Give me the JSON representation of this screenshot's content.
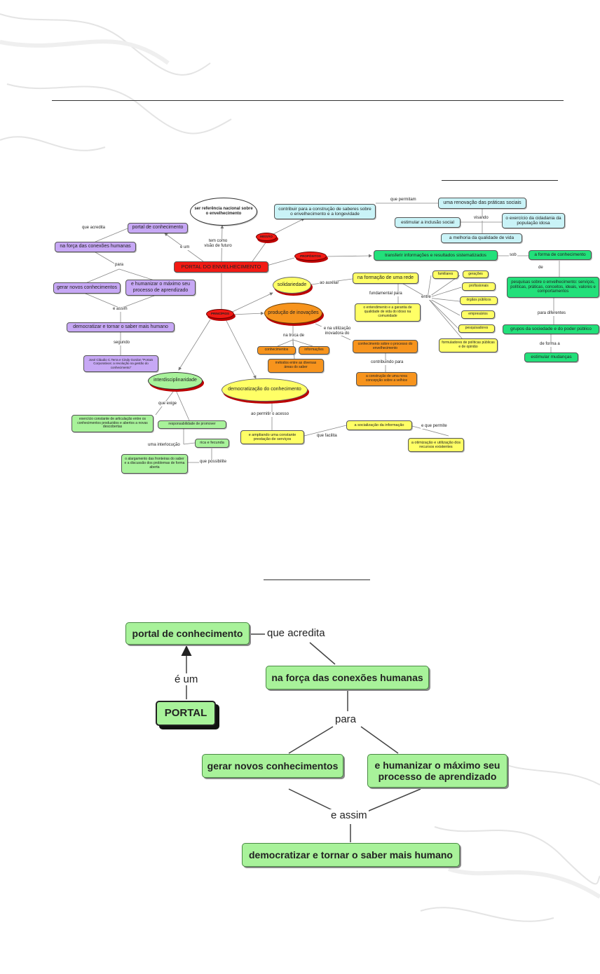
{
  "colors": {
    "red": "#f21a14",
    "purple": "#c7a8f5",
    "cyan": "#c9f3f7",
    "green": "#22e07a",
    "lightgreen": "#a8f29a",
    "yellow": "#ffff66",
    "orange": "#f7941d",
    "big_green": "#a8f29a"
  },
  "map1": {
    "nodes": {
      "referencia": "ser referência nacional sobre o envelhecimento",
      "portal_conhecimento": "portal de conhecimento",
      "forca": "na força das conexões humanas",
      "gerar": "gerar novos conhecimentos",
      "humanizar": "e humanizar o máximo seu processo de aprendizado",
      "democratizar": "democratizar e tornar o saber mais humano",
      "jose": "José Cláudio C.Terra e Cindy Gordon \"Portais Corporativos: a revolução na gestão do conhecimento\"",
      "portal": "PORTAL DO ENVELHECIMENTO",
      "missao": "MISSÃO",
      "propositos": "PROPÓSITOS",
      "principios": "PRINCÍPIOS",
      "contribuir": "contribuir para a construção de saberes sobre o envelhecimento e a longevidade",
      "renovacao": "uma renovação das práticas sociais",
      "inclusao": "estimular a inclusão social",
      "cidadania": "o exercício da cidadania da população idosa",
      "melhoria": "a melhoria da qualidade de vida",
      "transferir": "transferir informações e resultados sistematizados",
      "forma": "a forma de conhecimento",
      "pesquisas": "pesquisas sobre o envelhecimento: serviços, políticas, práticas, conceitos, ideais, valores e comportamentos",
      "grupos": "grupos da sociedade e do poder público",
      "estimular_mudancas": "estimular mudanças",
      "solidariedade": "solidariedade",
      "formacao_rede": "na formação de uma rede",
      "entendimento": "o entendimento e a garantia de qualidade de vida do idoso na comunidade",
      "familiares": "familiares",
      "geracoes": "gerações",
      "profissionais": "profissionais",
      "orgaos": "órgãos públicos",
      "empresarios": "empresários",
      "pesquisadores": "pesquisadores",
      "formuladores": "formuladores de políticas públicas e de opinião",
      "producao": "produção de inovações",
      "conhecimentos": "conhecimentos",
      "informacoes": "informações",
      "metodos": "métodos entre as diversas áreas do saber",
      "conhecimento_processo": "conhecimento sobre o processo do envelhecimento",
      "construcao_velhice": "a construção de uma nova concepção sobre a velhice",
      "interdisciplinaridade": "interdisciplinaridade",
      "exercicio": "exercício constante de articulação entre os conhecimentos produzidos e abertos a novas descobertas",
      "responsabilidade": "responsabilidade de promover",
      "rica": "rica e fecunda",
      "alargamento": "o alargamento das fronteiras do saber e a discussão dos problemas de forma aberta",
      "democratizacao": "democratização do conhecimento",
      "ampliando": "e ampliando uma constante prestação de serviços",
      "socializacao": "a socialização da informação",
      "otimizacao": "a otimização e utilização dos recursos existentes"
    },
    "labels": {
      "tem_como": "tem como visão de futuro",
      "que_acredita": "que acredita",
      "e_um": "é um",
      "para": "para",
      "e_assim": "e assim",
      "segundo": "segundo",
      "que_permitam": "que permitam",
      "visando": "visando",
      "sob": "sob",
      "de": "de",
      "para_diferentes": "para diferentes",
      "de_forma_a": "de forma a",
      "ao_auxiliar": "ao auxiliar",
      "fundamental_para": "fundamental para",
      "entre": "entre",
      "na_troca_de": "na troca de",
      "e_na_utilizacao": "e na utilização inovadora do",
      "contribuindo_para": "contribuindo para",
      "que_exige": "que exige",
      "uma_interlocucao": "uma interlocução",
      "que_possibilite": "que possibilite",
      "ao_permitir": "ao permitir o acesso",
      "que_facilita": "que facilita",
      "e_que_permite": "e que permite"
    }
  },
  "map2": {
    "portal_conhecimento": "portal de conhecimento",
    "que_acredita": "que acredita",
    "forca": "na força das conexões humanas",
    "e_um": "é um",
    "portal": "PORTAL",
    "para": "para",
    "gerar": "gerar novos conhecimentos",
    "humanizar": "e humanizar o máximo seu processo de aprendizado",
    "e_assim": "e assim",
    "democratizar": "democratizar e tornar o saber mais humano"
  }
}
